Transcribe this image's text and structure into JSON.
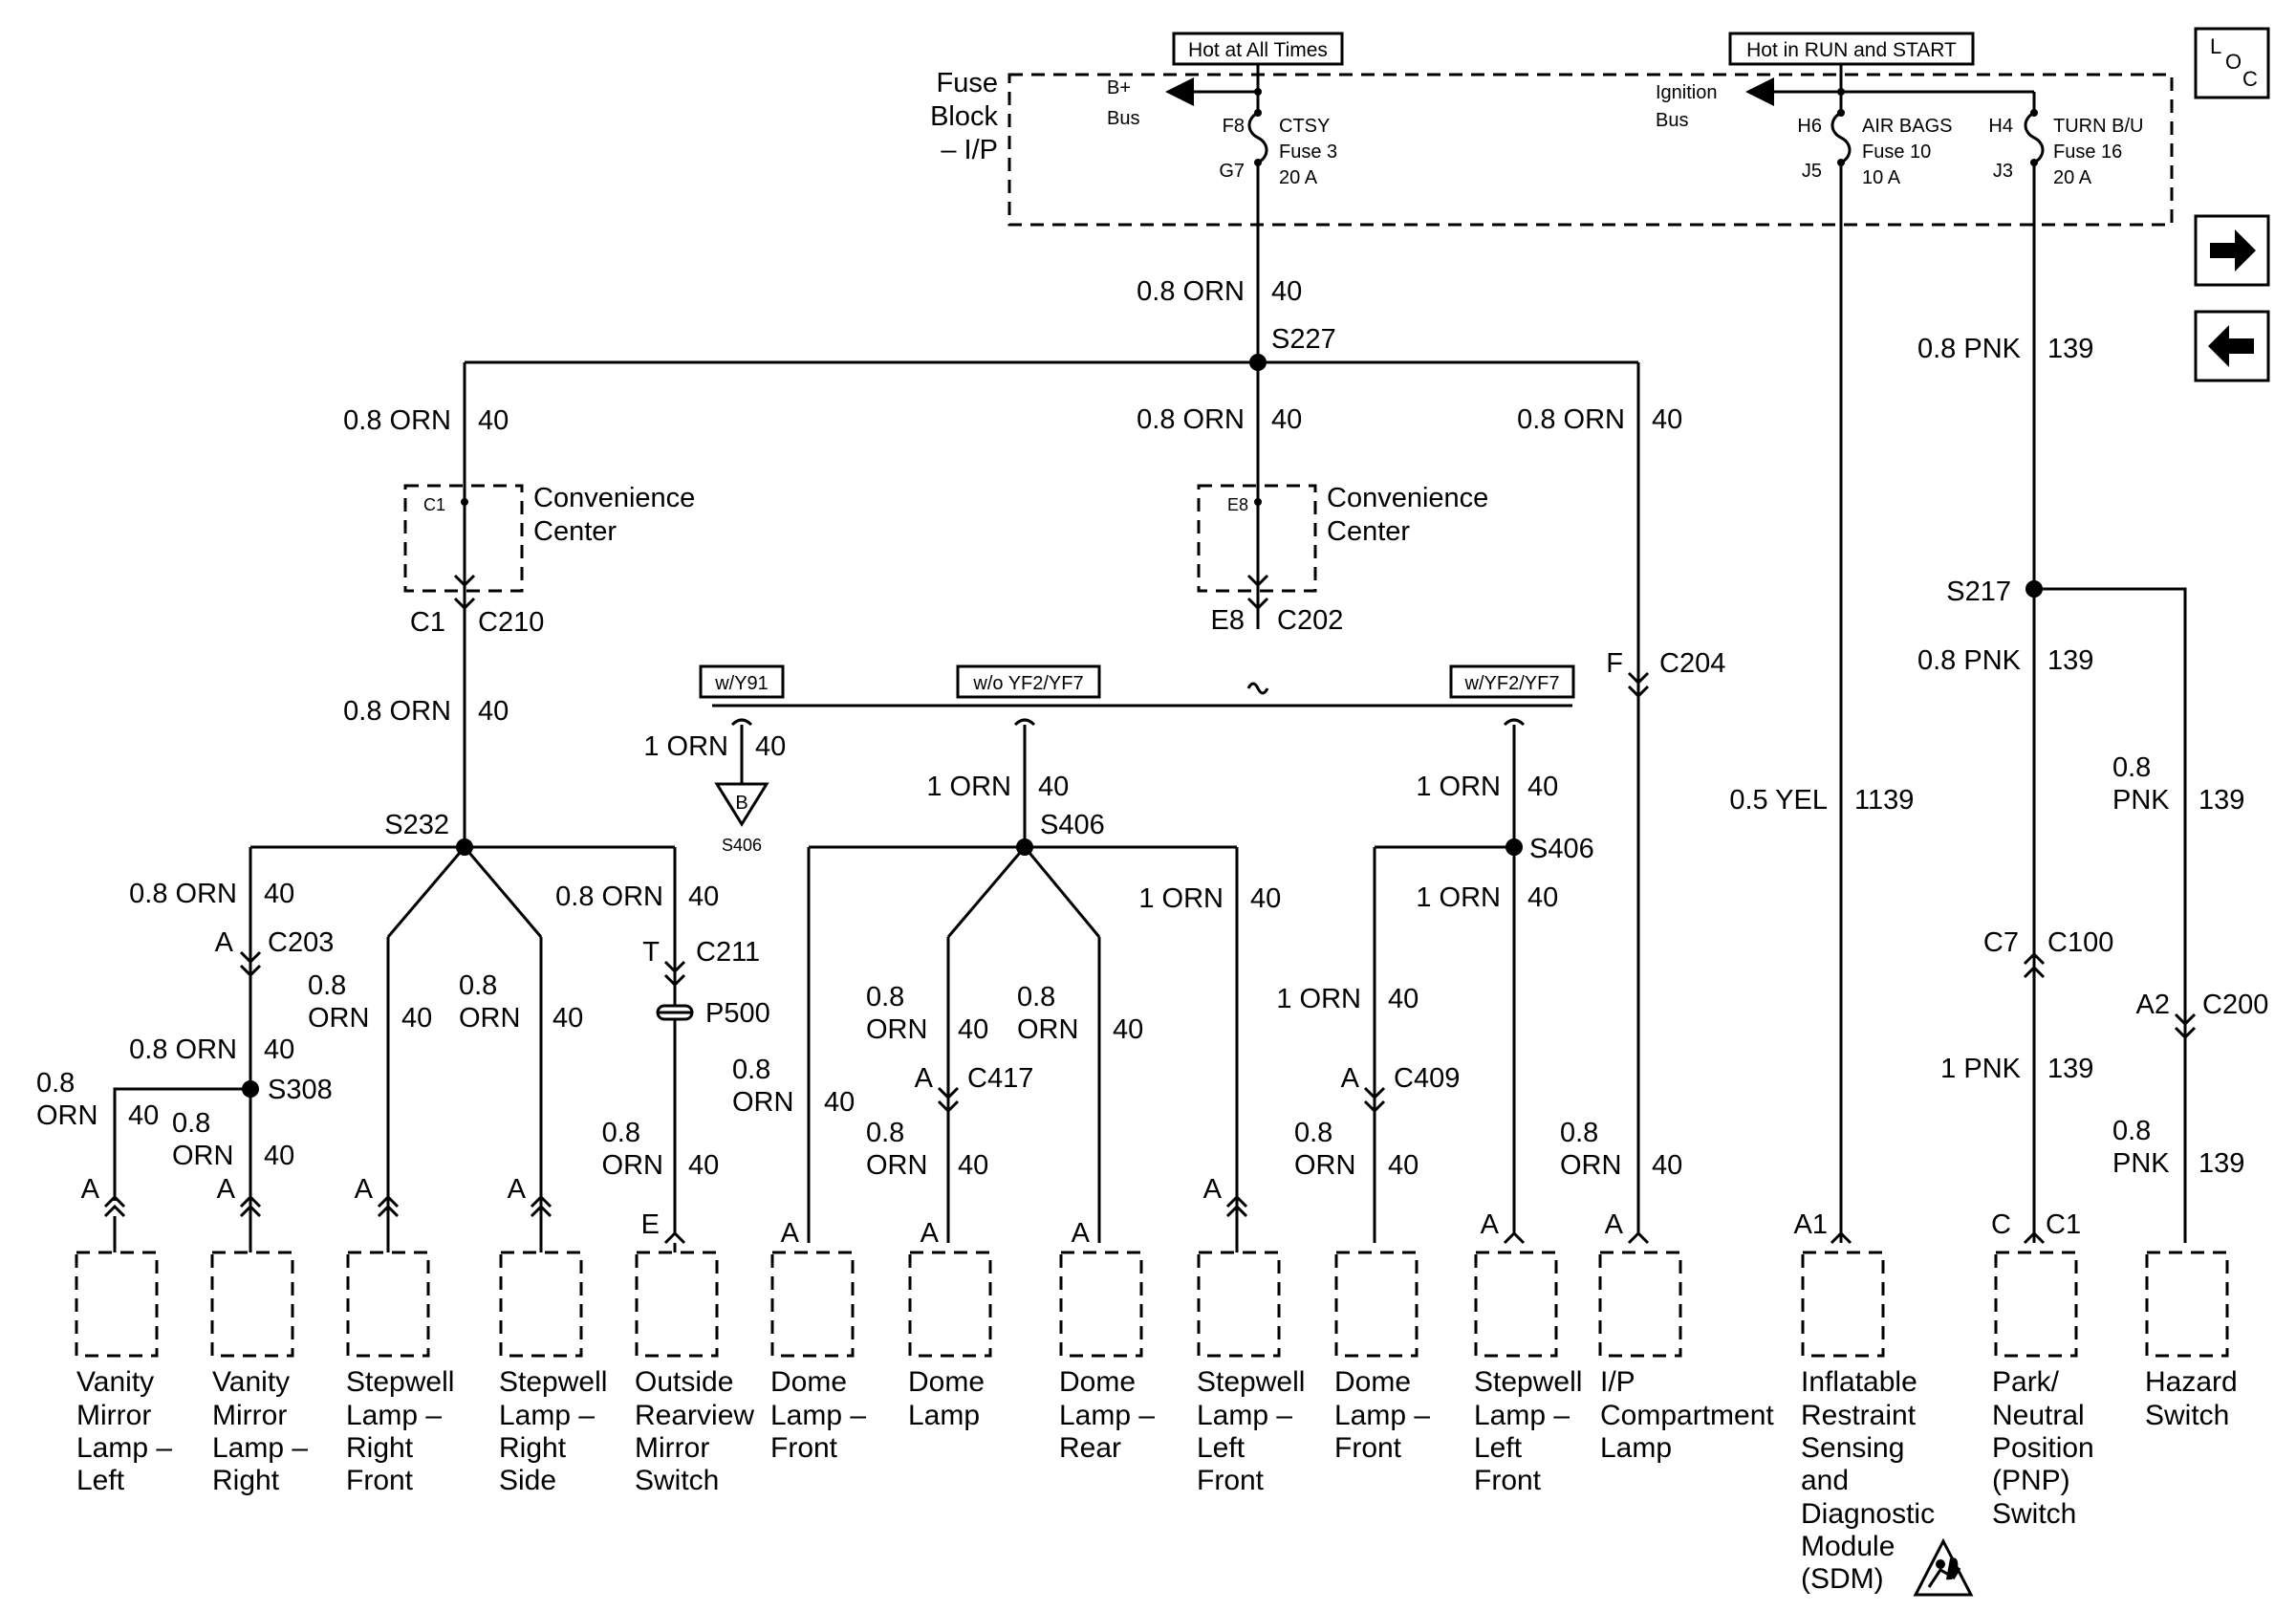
{
  "header": {
    "hot_all_times": "Hot at All Times",
    "hot_run_start": "Hot in RUN and START"
  },
  "nav": {
    "loc_label_l": "L",
    "loc_label_o": "O",
    "loc_label_c": "C",
    "forward_icon": "arrow-right-icon",
    "back_icon": "arrow-left-icon"
  },
  "fuse_block": {
    "title_1": "Fuse",
    "title_2": "Block",
    "title_3": "– I/P",
    "bplus_1": "B+",
    "bplus_2": "Bus",
    "ign_1": "Ignition",
    "ign_2": "Bus",
    "f8": "F8",
    "g7": "G7",
    "ctsy_1": "CTSY",
    "ctsy_2": "Fuse 3",
    "ctsy_3": "20 A",
    "h6": "H6",
    "j5": "J5",
    "airbags_1": "AIR BAGS",
    "airbags_2": "Fuse 10",
    "airbags_3": "10 A",
    "h4": "H4",
    "j3": "J3",
    "turn_1": "TURN B/U",
    "turn_2": "Fuse 16",
    "turn_3": "20 A"
  },
  "wires": {
    "w_orn08": "0.8 ORN",
    "w_orn1": "1 ORN",
    "c40": "40",
    "w_pnk08": "0.8 PNK",
    "w_pnk1": "1 PNK",
    "c139": "139",
    "w_yel05": "0.5 YEL",
    "c1139": "1139",
    "s08": "0.8",
    "sorn": "ORN",
    "spnk": "PNK"
  },
  "splices": {
    "s227": "S227",
    "s232": "S232",
    "s308": "S308",
    "s406": "S406",
    "s217": "S217",
    "p500": "P500"
  },
  "connectors": {
    "c1": "C1",
    "c210": "C210",
    "e8": "E8",
    "c202": "C202",
    "f": "F",
    "c204": "C204",
    "a": "A",
    "c203": "C203",
    "t": "T",
    "c211": "C211",
    "e": "E",
    "c417": "C417",
    "c409": "C409",
    "c7": "C7",
    "c100": "C100",
    "a2": "A2",
    "c200": "C200",
    "a1": "A1",
    "c": "C",
    "b": "B"
  },
  "conv_center": {
    "line1": "Convenience",
    "line2": "Center"
  },
  "options": {
    "y91": "w/Y91",
    "wo_yf": "w/o YF2/YF7",
    "w_yf": "w/YF2/YF7"
  },
  "components": {
    "vanity_left": [
      "Vanity",
      "Mirror",
      "Lamp –",
      "Left"
    ],
    "vanity_right": [
      "Vanity",
      "Mirror",
      "Lamp –",
      "Right"
    ],
    "step_rf": [
      "Stepwell",
      "Lamp –",
      "Right",
      "Front"
    ],
    "step_rs": [
      "Stepwell",
      "Lamp –",
      "Right",
      "Side"
    ],
    "mirror_sw": [
      "Outside",
      "Rearview",
      "Mirror",
      "Switch"
    ],
    "dome_front1": [
      "Dome",
      "Lamp –",
      "Front"
    ],
    "dome": [
      "Dome",
      "Lamp"
    ],
    "dome_rear": [
      "Dome",
      "Lamp –",
      "Rear"
    ],
    "step_lf1": [
      "Stepwell",
      "Lamp –",
      "Left",
      "Front"
    ],
    "dome_front2": [
      "Dome",
      "Lamp –",
      "Front"
    ],
    "step_lf2": [
      "Stepwell",
      "Lamp –",
      "Left",
      "Front"
    ],
    "ip_lamp": [
      "I/P",
      "Compartment",
      "Lamp"
    ],
    "sdm": [
      "Inflatable",
      "Restraint",
      "Sensing",
      "and",
      "Diagnostic",
      "Module",
      "(SDM)"
    ],
    "pnp": [
      "Park/",
      "Neutral",
      "Position",
      "(PNP)",
      "Switch"
    ],
    "hazard": [
      "Hazard",
      "Switch"
    ]
  },
  "icons": {
    "sdm_symbol": "airbag-warning-icon"
  }
}
